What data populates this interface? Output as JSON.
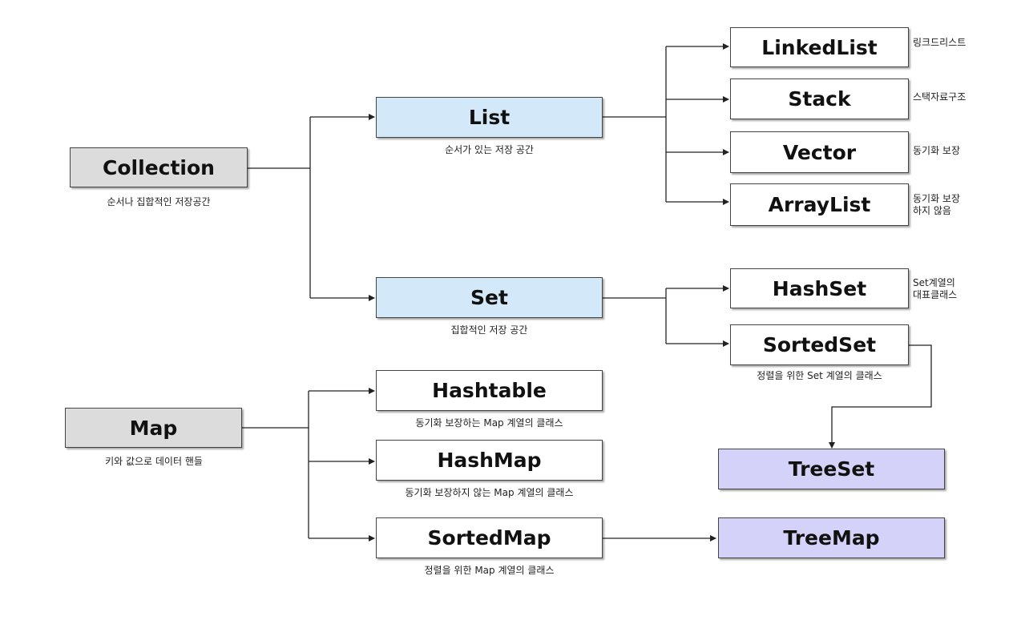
{
  "nodes": {
    "collection": {
      "label": "Collection",
      "desc": "순서나 집합적인 저장공간"
    },
    "list": {
      "label": "List",
      "desc": "순서가 있는 저장 공간"
    },
    "set": {
      "label": "Set",
      "desc": "집합적인 저장 공간"
    },
    "linkedlist": {
      "label": "LinkedList",
      "note": "링크드리스트"
    },
    "stack": {
      "label": "Stack",
      "note": "스택자료구조"
    },
    "vector": {
      "label": "Vector",
      "note": "동기화 보장"
    },
    "arraylist": {
      "label": "ArrayList",
      "note1": "동기화 보장",
      "note2": "하지 않음"
    },
    "hashset": {
      "label": "HashSet",
      "note1": "Set계열의",
      "note2": "대표클래스"
    },
    "sortedset": {
      "label": "SortedSet",
      "desc": "정렬을 위한 Set 계열의 클래스"
    },
    "treeset": {
      "label": "TreeSet"
    },
    "map": {
      "label": "Map",
      "desc": "키와 값으로 데이터 핸들"
    },
    "hashtable": {
      "label": "Hashtable",
      "desc": "동기화 보장하는 Map 계열의 클래스"
    },
    "hashmap": {
      "label": "HashMap",
      "desc": "동기화 보장하지 않는 Map 계열의 클래스"
    },
    "sortedmap": {
      "label": "SortedMap",
      "desc": "정렬을 위한 Map 계열의 클래스"
    },
    "treemap": {
      "label": "TreeMap"
    }
  },
  "colors": {
    "root_fill": "#dcdcdc",
    "interface_fill": "#d3e9f9",
    "tree_fill": "#d4d2f8",
    "line": "#222222"
  }
}
